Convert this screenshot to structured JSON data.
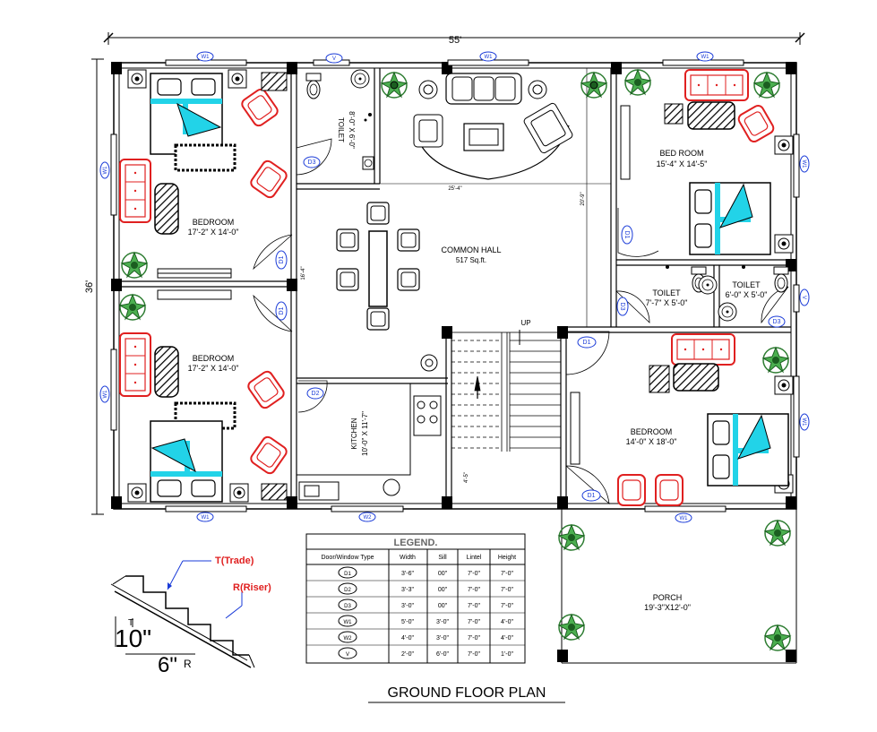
{
  "plan": {
    "title": "GROUND FLOOR PLAN",
    "overall_width": "55'",
    "overall_depth": "36'"
  },
  "rooms": {
    "bedroom_top_left": {
      "name": "BEDROOM",
      "size": "17'-2\" X 14'-0\""
    },
    "bedroom_bottom_left": {
      "name": "BEDROOM",
      "size": "17'-2\" X 14'-0\""
    },
    "toilet_top": {
      "name": "TOILET",
      "size": "8'-0\" X 6'-0\""
    },
    "common_hall": {
      "name": "COMMON HALL",
      "size": "517 Sq.ft."
    },
    "kitchen": {
      "name": "KITCHEN",
      "size": "10'-0\" X 11'-7\""
    },
    "bedroom_top_right": {
      "name": "BED ROOM",
      "size": "15'-4\" X 14'-5\""
    },
    "toilet_mid": {
      "name": "TOILET",
      "size": "7'-7\" X 5'-0\""
    },
    "toilet_right": {
      "name": "TOILET",
      "size": "6'-0\" X 5'-0\""
    },
    "bedroom_bottom_right": {
      "name": "BEDROOM",
      "size": "14'-0\" X 18'-0\""
    },
    "porch": {
      "name": "PORCH",
      "size": "19'-3\"X12'-0\""
    }
  },
  "inner_dims": {
    "hall_width": "25'-4\"",
    "hall_depth": "20'-9\"",
    "left_dim": "16'-4\"",
    "stair_dim": "4'-5\"",
    "stair_up": "UP"
  },
  "tags": {
    "d1": "D1",
    "d2": "D2",
    "d3": "D3",
    "w1": "W1",
    "w2": "W2",
    "v": "V"
  },
  "legend": {
    "title": "LEGEND.",
    "headers": [
      "Door/Window Type",
      "Width",
      "Sill",
      "Lintel",
      "Height"
    ],
    "rows": [
      {
        "type": "D1",
        "width": "3'-6\"",
        "sill": "00\"",
        "lintel": "7'-0\"",
        "height": "7'-0\""
      },
      {
        "type": "D2",
        "width": "3'-3\"",
        "sill": "00\"",
        "lintel": "7'-0\"",
        "height": "7'-0\""
      },
      {
        "type": "D3",
        "width": "3'-0\"",
        "sill": "00\"",
        "lintel": "7'-0\"",
        "height": "7'-0\""
      },
      {
        "type": "W1",
        "width": "5'-0\"",
        "sill": "3'-0\"",
        "lintel": "7'-0\"",
        "height": "4'-0\""
      },
      {
        "type": "W2",
        "width": "4'-0\"",
        "sill": "3'-0\"",
        "lintel": "7'-0\"",
        "height": "4'-0\""
      },
      {
        "type": "V",
        "width": "2'-0\"",
        "sill": "6'-0\"",
        "lintel": "7'-0\"",
        "height": "1'-0\""
      }
    ]
  },
  "stair_detail": {
    "tread_label": "T(Trade)",
    "riser_label": "R(Riser)",
    "tread_value": "10\"",
    "tread_suffix": "T",
    "riser_value": "6\"",
    "riser_suffix": "R"
  },
  "colors": {
    "wall": "#000000",
    "sofa": "#e02020",
    "window": "#1a3bd8",
    "bed_cyan": "#22d3e8",
    "plant": "#2e7d32",
    "label_red": "#e02020"
  }
}
